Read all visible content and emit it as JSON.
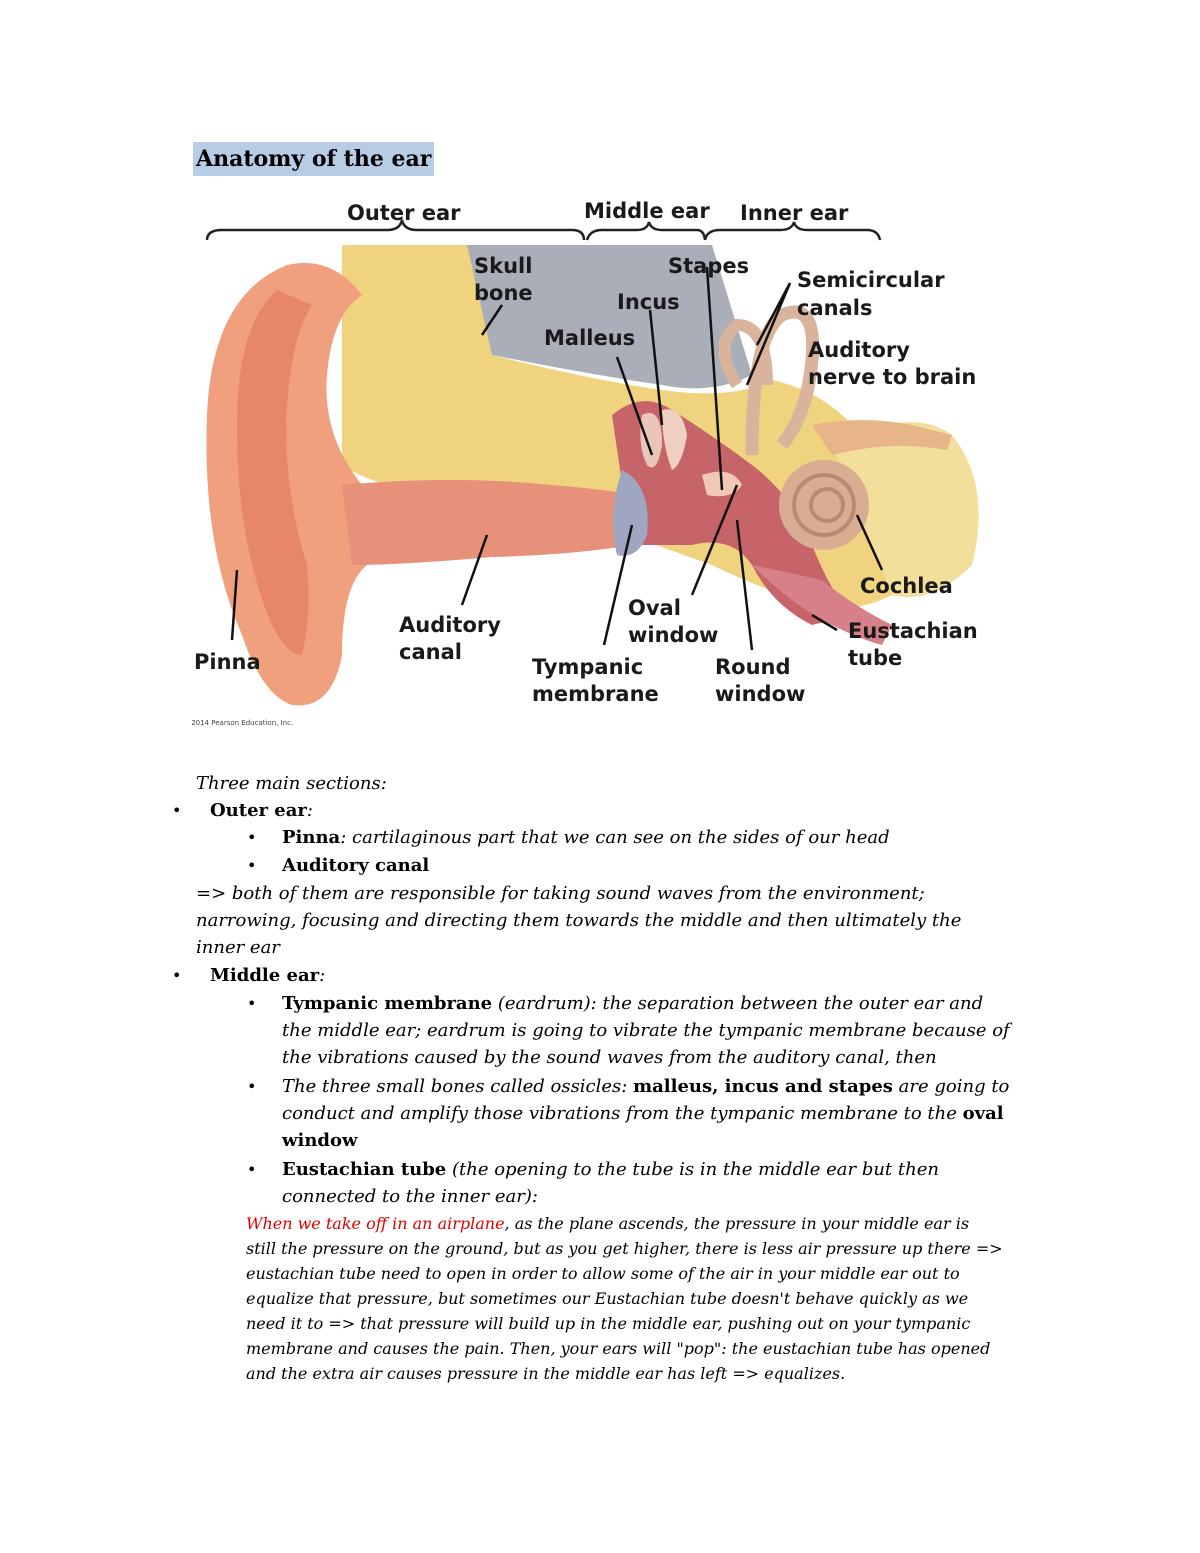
{
  "title": "Anatomy of the ear",
  "figure": {
    "sections": [
      "Outer ear",
      "Middle ear",
      "Inner ear"
    ],
    "labels": {
      "skull_bone_1": "Skull",
      "skull_bone_2": "bone",
      "stapes": "Stapes",
      "incus": "Incus",
      "malleus": "Malleus",
      "semicircular_1": "Semicircular",
      "semicircular_2": "canals",
      "auditory_nerve_1": "Auditory",
      "auditory_nerve_2": "nerve to brain",
      "cochlea": "Cochlea",
      "eustachian_1": "Eustachian",
      "eustachian_2": "tube",
      "oval_1": "Oval",
      "oval_2": "window",
      "round_1": "Round",
      "round_2": "window",
      "tympanic_1": "Tympanic",
      "tympanic_2": "membrane",
      "auditory_canal_1": "Auditory",
      "auditory_canal_2": "canal",
      "pinna": "Pinna"
    },
    "copyright": "© 2014 Pearson Education, Inc."
  },
  "notes": {
    "intro": "Three main sections:",
    "outer": {
      "heading": "Outer ear",
      "colon": ":",
      "pinna_term": "Pinna",
      "pinna_def": ": cartilaginous part that we can see on the sides of our head",
      "canal_term": "Auditory canal",
      "summary_1": "=> both of them are responsible for taking sound waves from the environment;",
      "summary_2": "narrowing, focusing and directing them towards the middle and then ultimately the",
      "summary_3": "inner ear"
    },
    "middle": {
      "heading": "Middle ear",
      "colon": ":",
      "tympanic_term": "Tympanic membrane",
      "tympanic_def_1": " (eardrum): the separation between the outer ear and",
      "tympanic_def_2": "the middle ear; eardrum is going to vibrate the tympanic membrane because of",
      "tympanic_def_3": "the vibrations caused by the sound waves from the auditory canal, then",
      "ossicles_pre": "The three small bones called ossicles: ",
      "ossicles_terms": "malleus, incus and stapes",
      "ossicles_post": " are going to",
      "ossicles_2_pre": "conduct and amplify those vibrations from the tympanic membrane to the ",
      "ossicles_2_term": "oval",
      "ossicles_3_term": "window",
      "eustachian_term": "Eustachian tube",
      "eustachian_def_1": " (the opening to the tube is in the middle ear but then",
      "eustachian_def_2": "connected to the inner ear):",
      "airplane_red": "When we take off in an airplane",
      "airplane_1": ", as the plane ascends, the pressure in your middle ear is",
      "airplane_2": "still the pressure on the ground, but as you get higher, there is less air pressure up there =>",
      "airplane_3": "eustachian tube need to open in order to allow some of the air in your middle ear out to",
      "airplane_4": "equalize that pressure, but sometimes our Eustachian tube doesn't behave quickly as we",
      "airplane_5": "need it to => that pressure will build up in the middle ear, pushing out on your tympanic",
      "airplane_6": "membrane and causes the pain. Then, your ears will \"pop\": the eustachian tube has opened",
      "airplane_7": "and the extra air causes pressure in the middle ear has left => equalizes."
    }
  },
  "colors": {
    "title_highlight": "#b7cde6",
    "red_text": "#e00000"
  }
}
